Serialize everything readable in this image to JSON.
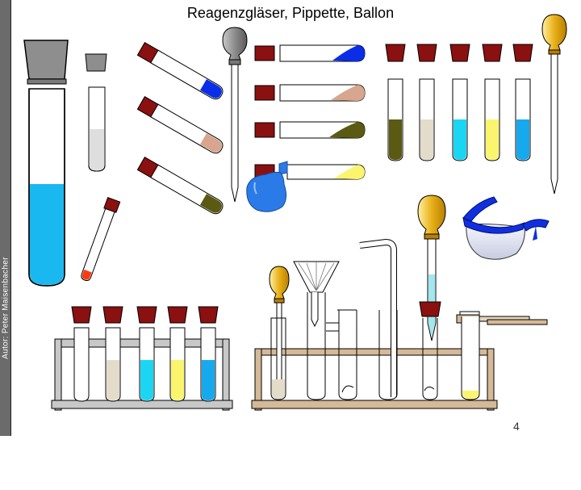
{
  "slide": {
    "title": "Reagenzgläser, Pippette, Ballon",
    "author_text": "Autor: Peter Maisenbacher",
    "page_number": "4"
  },
  "colors": {
    "stopper": "#8b1010",
    "stopper_dark": "#5a0808",
    "blue": "#0a2ee8",
    "skin": "#d8a58e",
    "olive": "#5a5a12",
    "yellow": "#fbf56e",
    "cyan": "#1ad6f2",
    "sky": "#17a9ee",
    "beige": "#e4dccb",
    "grey_liquid": "#dedede",
    "rack_grey": "#c8c8c8",
    "rack_wood": "#d5b998",
    "bulb": "#e8b019",
    "pipette_liquid": "#9fe8ef",
    "balloon": "#2a7be8",
    "goggles_frame": "#1030e0",
    "goggles_lens": "#e8eaf4",
    "red_liquid": "#ff3a10",
    "big_tube_liquid": "#1ab8f0",
    "big_stopper": "#8e8e8e"
  },
  "icons": [
    "large-test-tube-icon",
    "small-test-tube-icon",
    "angled-test-tube-icon",
    "dropper-pipette-icon",
    "horizontal-test-tube-icon",
    "standing-test-tube-icon",
    "balloon-icon",
    "safety-goggles-icon",
    "metal-test-tube-rack-icon",
    "wooden-test-tube-rack-icon",
    "funnel-icon",
    "bent-glass-tube-icon",
    "test-tube-holder-icon"
  ]
}
